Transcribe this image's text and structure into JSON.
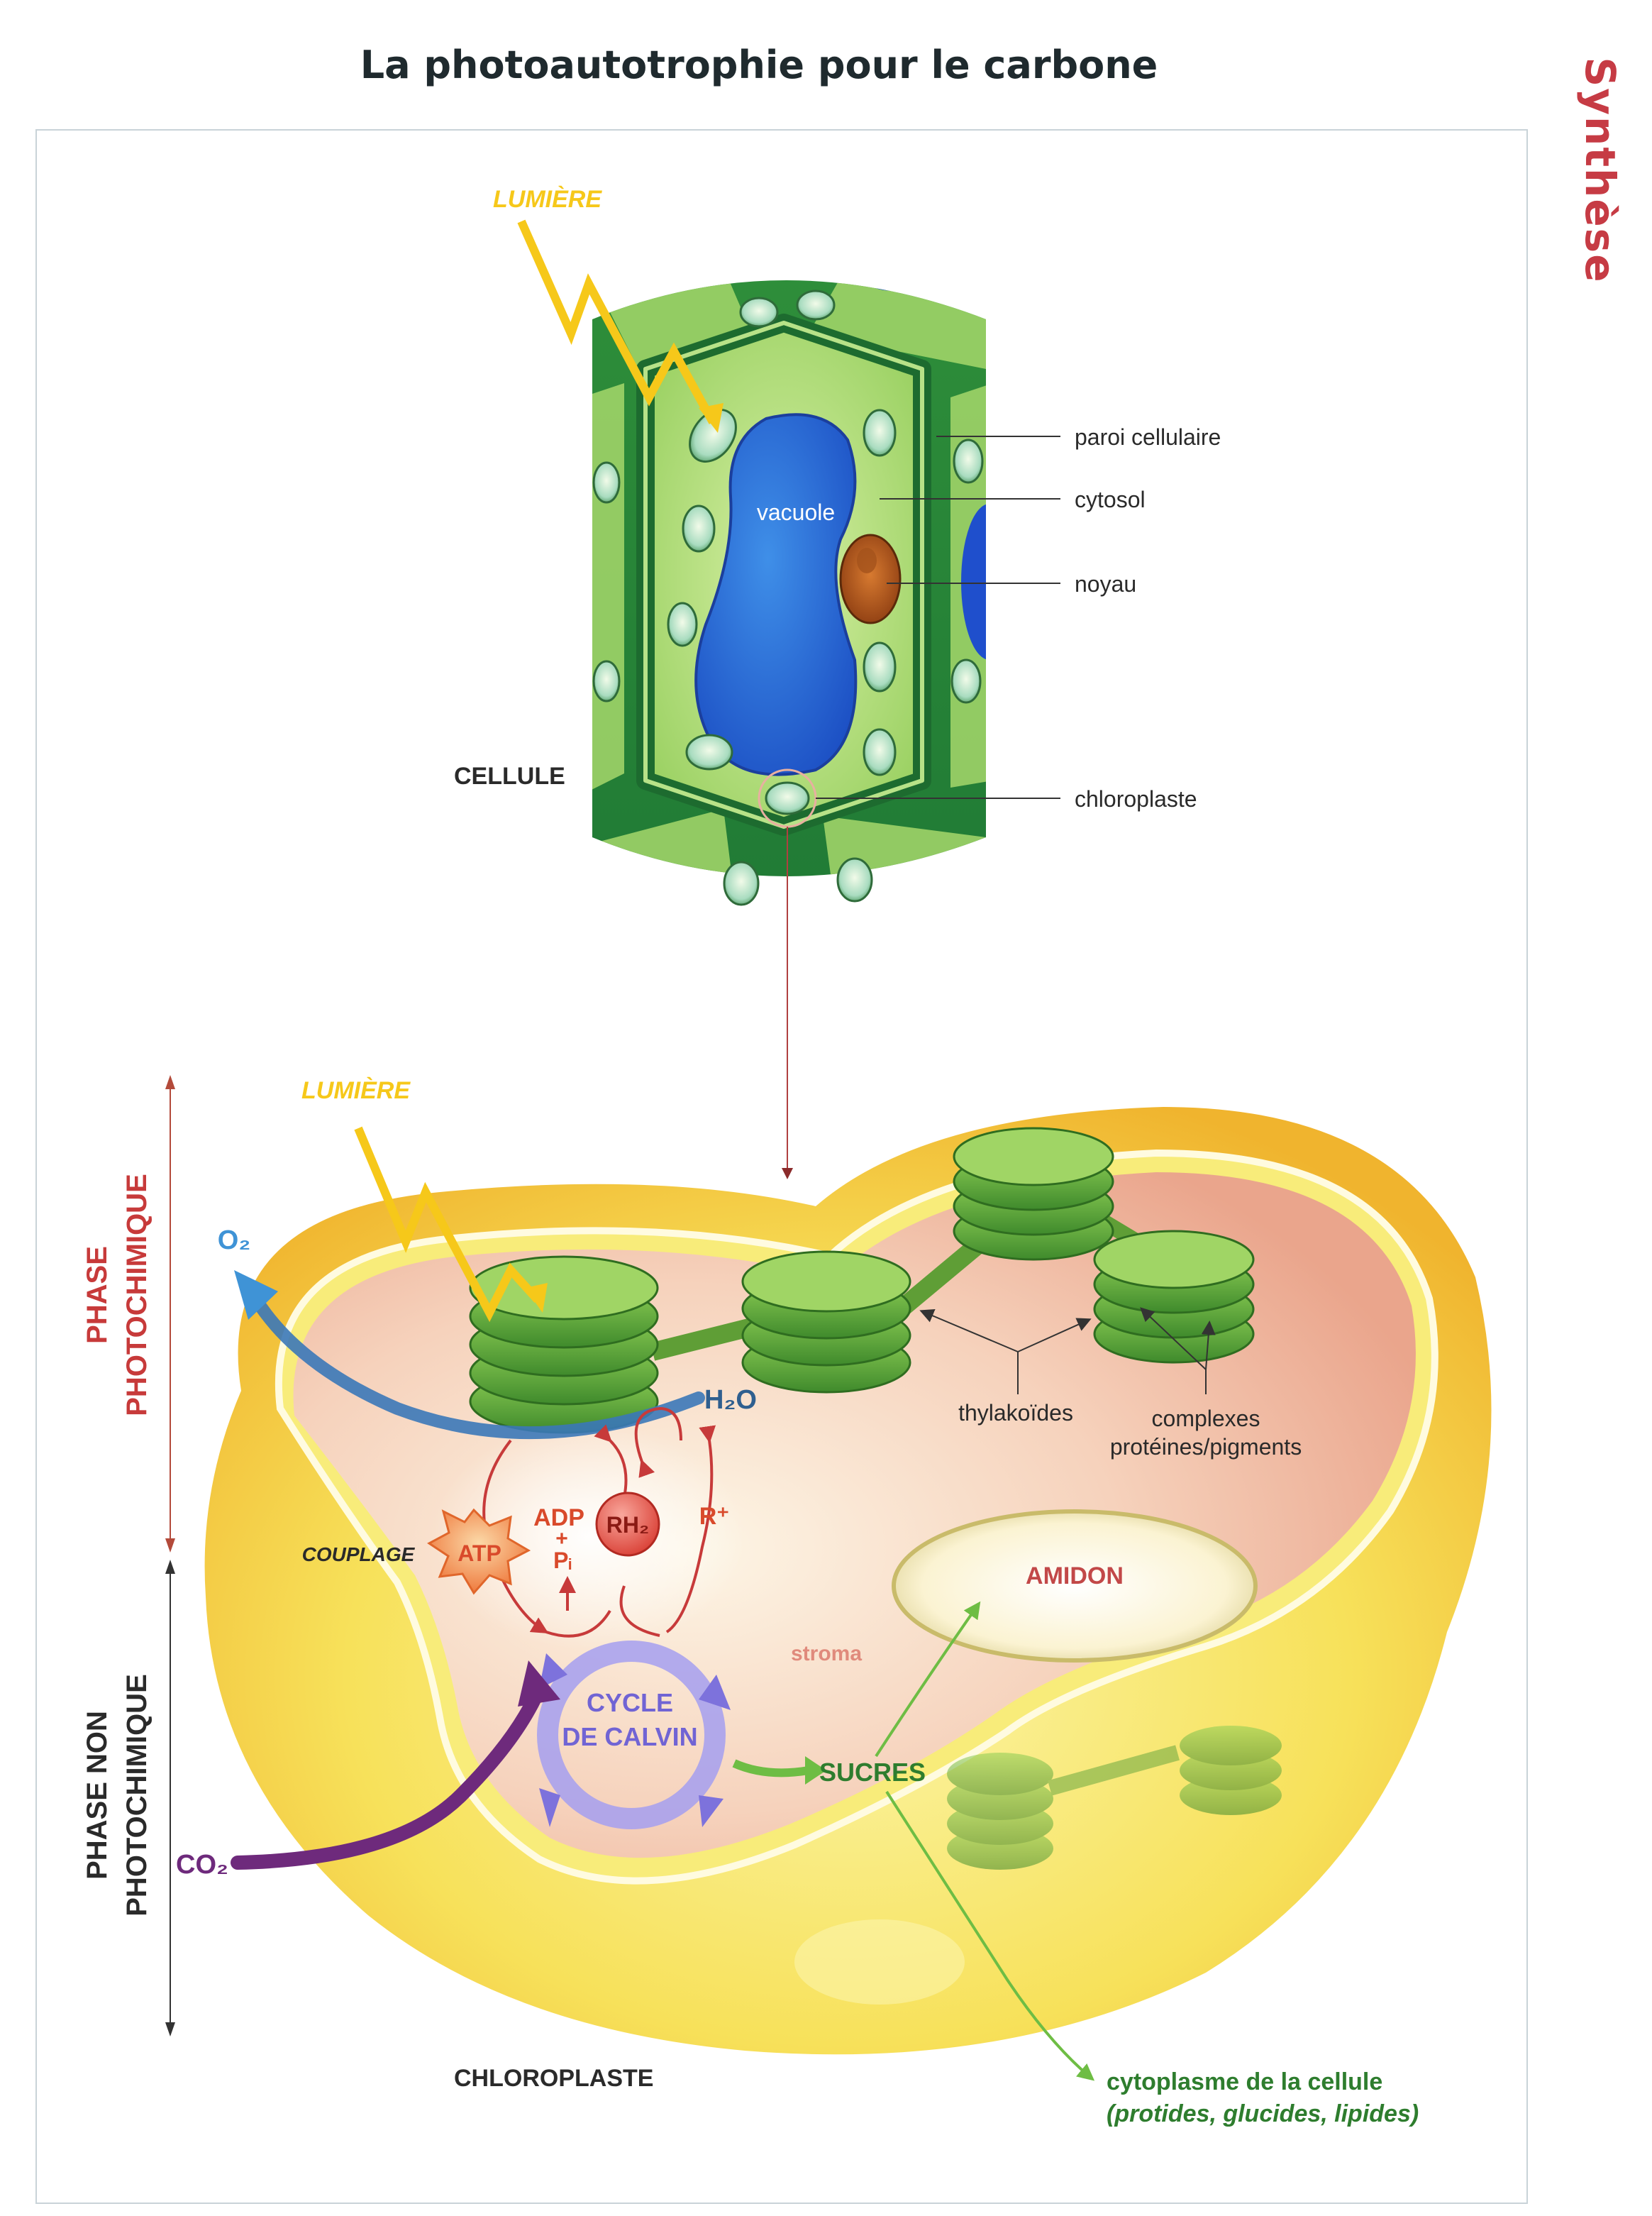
{
  "title": "La photoautotrophie pour le carbone",
  "side_tab": "Synthèse",
  "colors": {
    "light": "#f6c81a",
    "oxygen": "#3f93d6",
    "water": "#2f5f8f",
    "co2": "#6e2a7c",
    "calvin": "#8f87e6",
    "sugars": "#6ebd44",
    "sugars_text": "#2e7d2e",
    "phase1": "#c73a3a",
    "amidon_text": "#c24848",
    "stroma_text": "#e08a7c"
  },
  "cell": {
    "light": "LUMIÈRE",
    "title": "CELLULE",
    "vacuole": "vacuole",
    "labels": {
      "wall": "paroi cellulaire",
      "cytosol": "cytosol",
      "nucleus": "noyau",
      "chloroplast": "chloroplaste"
    }
  },
  "chloroplast": {
    "light": "LUMIÈRE",
    "title": "CHLOROPLASTE",
    "o2": "O₂",
    "h2o": "H₂O",
    "co2": "CO₂",
    "atp": "ATP",
    "adp": "ADP",
    "plus": "+",
    "pi": "Pᵢ",
    "rh2": "RH₂",
    "r": "R⁺",
    "coupling": "COUPLAGE",
    "stroma": "stroma",
    "amidon": "AMIDON",
    "sucres": "SUCRES",
    "calvin_line1": "CYCLE",
    "calvin_line2": "DE CALVIN",
    "thylakoids": "thylakoïdes",
    "complexes_line1": "complexes",
    "complexes_line2": "protéines/pigments",
    "cytoplasm": "cytoplasme de la cellule",
    "cytoplasm_detail": "(protides, glucides, lipides)"
  },
  "phases": {
    "photochemical_line1": "PHASE",
    "photochemical_line2": "PHOTOCHIMIQUE",
    "nonphotochemical_line1": "PHASE NON",
    "nonphotochemical_line2": "PHOTOCHIMIQUE"
  }
}
